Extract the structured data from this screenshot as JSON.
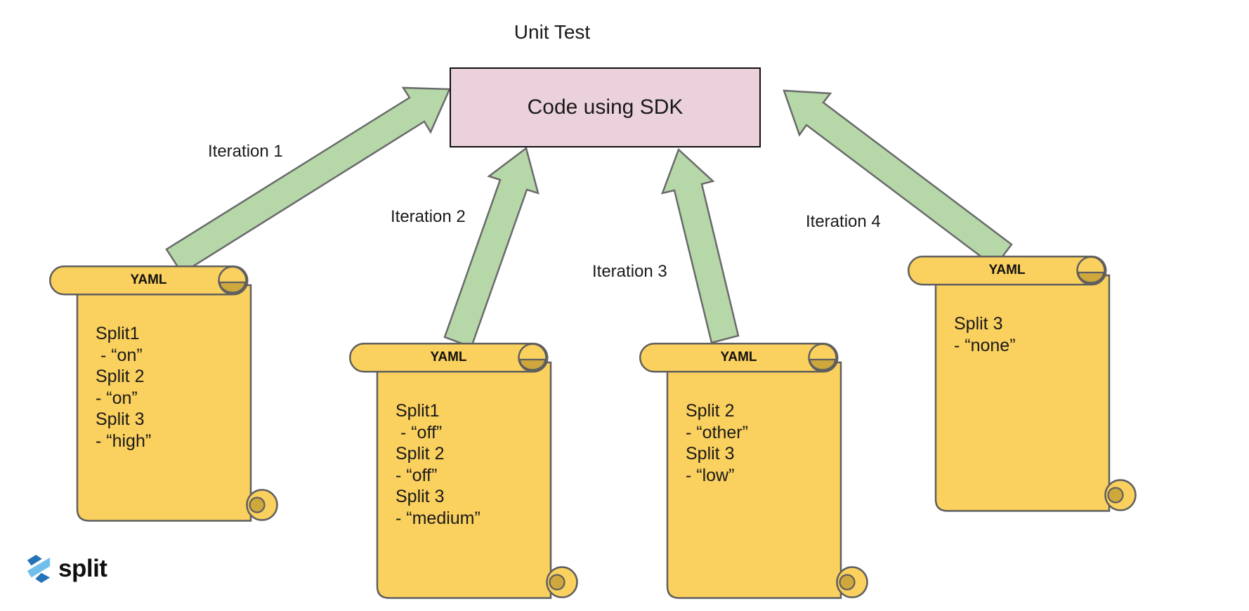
{
  "title": "Unit Test",
  "sdk_box": {
    "label": "Code using SDK"
  },
  "iterations": [
    {
      "label": "Iteration 1"
    },
    {
      "label": "Iteration 2"
    },
    {
      "label": "Iteration 3"
    },
    {
      "label": "Iteration 4"
    }
  ],
  "scrolls": [
    {
      "header": "YAML",
      "lines": [
        "Split1",
        " - “on”",
        "Split 2",
        "- “on”",
        "Split 3",
        "- “high”"
      ]
    },
    {
      "header": "YAML",
      "lines": [
        "Split1",
        " - “off”",
        "Split 2",
        "- “off”",
        "Split 3",
        "- “medium”"
      ]
    },
    {
      "header": "YAML",
      "lines": [
        "Split 2",
        "- “other”",
        "Split 3",
        "- “low”"
      ]
    },
    {
      "header": "YAML",
      "lines": [
        "Split 3",
        "- “none”"
      ]
    }
  ],
  "logo": {
    "text": "split"
  },
  "colors": {
    "sdk_box_fill": "#ead1dc",
    "sdk_box_border": "#0f0f0f",
    "arrow_fill": "#b6d7a8",
    "arrow_outline": "#6a6a6a",
    "scroll_fill": "#fad05e",
    "scroll_curl": "#cea73d",
    "scroll_outline": "#5f5f5f",
    "logo_blue_light": "#64b9ea",
    "logo_blue_dark": "#2472b8"
  }
}
